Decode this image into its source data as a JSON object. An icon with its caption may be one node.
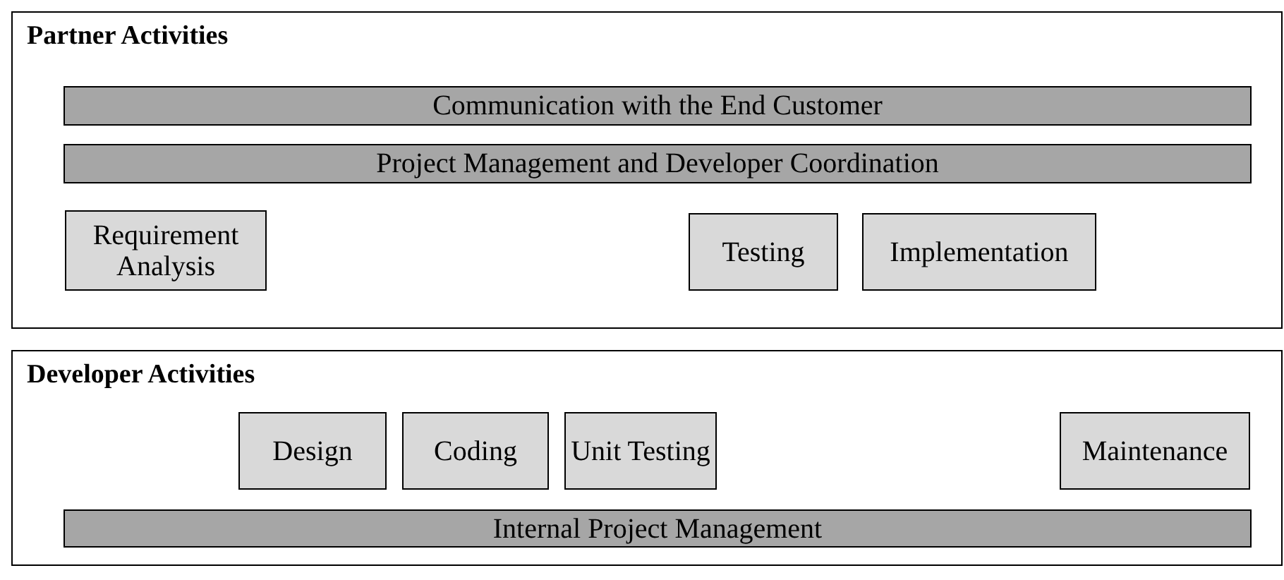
{
  "diagram": {
    "nodes": [
      {
        "text": [
          "Partner Activities"
        ]
      },
      {
        "text": [
          "Communication with the End Customer"
        ],
        "in": 0
      },
      {
        "text": [
          "Project Management and Developer Coordination"
        ],
        "in": 0
      },
      {
        "text": [
          "Requirement Analysis"
        ],
        "in": 0
      },
      {
        "text": [
          "Testing"
        ],
        "in": 0
      },
      {
        "text": [
          "Implementation"
        ],
        "in": 0
      },
      {
        "text": [
          "Developer Activities"
        ]
      },
      {
        "text": [
          "Design"
        ],
        "in": 6
      },
      {
        "text": [
          "Coding"
        ],
        "in": 6
      },
      {
        "text": [
          "Unit Testing"
        ],
        "in": 6
      },
      {
        "text": [
          "Maintenance"
        ],
        "in": 6
      },
      {
        "text": [
          "Internal Project Management"
        ],
        "in": 6
      }
    ]
  }
}
